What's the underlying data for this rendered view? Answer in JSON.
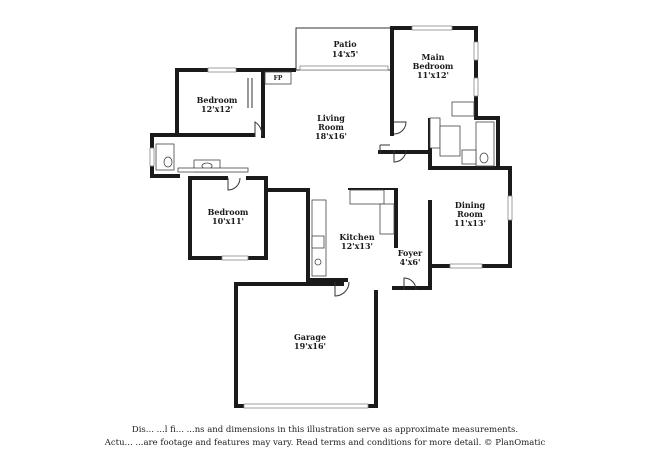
{
  "rooms": {
    "patio": {
      "name": "Patio",
      "dims": "14'x5'"
    },
    "main_bedroom": {
      "name_line1": "Main",
      "name_line2": "Bedroom",
      "dims": "11'x12'"
    },
    "bedroom_1": {
      "name": "Bedroom",
      "dims": "12'x12'"
    },
    "living_room": {
      "name_line1": "Living",
      "name_line2": "Room",
      "dims": "18'x16'"
    },
    "bedroom_2": {
      "name": "Bedroom",
      "dims": "10'x11'"
    },
    "kitchen": {
      "name": "Kitchen",
      "dims": "12'x13'"
    },
    "dining_room": {
      "name_line1": "Dining",
      "name_line2": "Room",
      "dims": "11'x13'"
    },
    "foyer": {
      "name": "Foyer",
      "dims": "4'x6'"
    },
    "garage": {
      "name": "Garage",
      "dims": "19'x16'"
    }
  },
  "fireplace_label": "FP",
  "disclaimer": {
    "line1": "Dis... ...l fi... ...ns and dimensions in this illustration serve as approximate measurements.",
    "line2": "Actu... ...are footage and features may vary. Read terms and conditions for more detail. © PlanOmatic"
  }
}
